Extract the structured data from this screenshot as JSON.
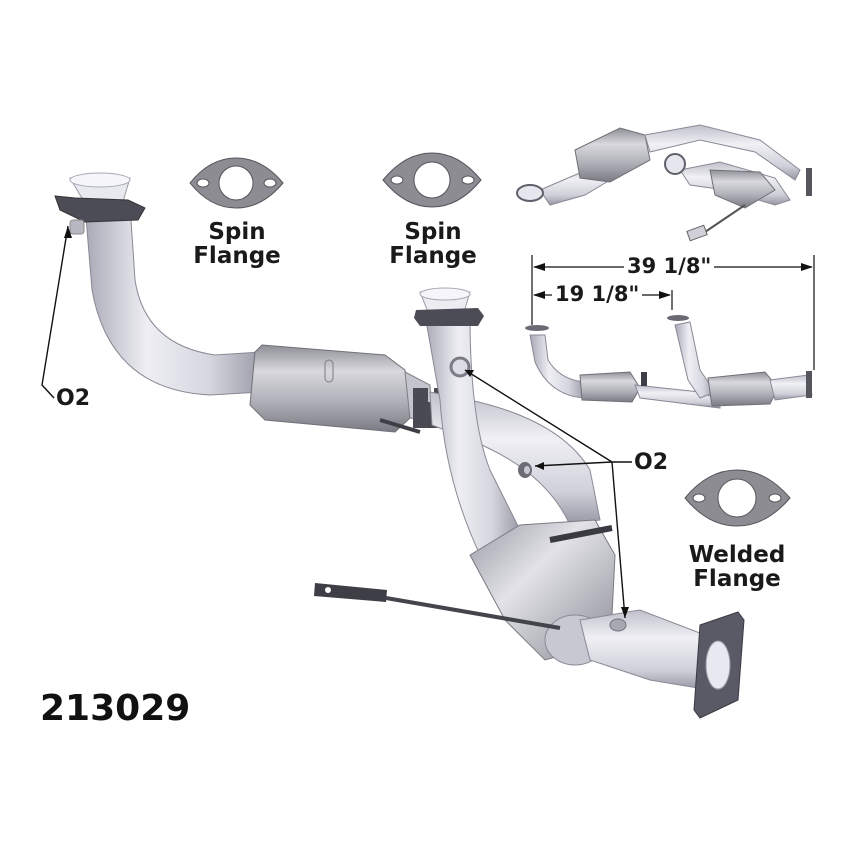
{
  "part_number": "213029",
  "gaskets": [
    {
      "id": "spin-flange-1",
      "line1": "Spin",
      "line2": "Flange"
    },
    {
      "id": "spin-flange-2",
      "line1": "Spin",
      "line2": "Flange"
    },
    {
      "id": "welded-flange",
      "line1": "Welded",
      "line2": "Flange"
    }
  ],
  "callouts": {
    "o2_left": "O2",
    "o2_right": "O2"
  },
  "dimensions": {
    "overall_length": "39 1/8\"",
    "inlet_spacing": "19 1/8\""
  },
  "colors": {
    "pipe_light": "#e4e4ec",
    "pipe_mid": "#c9c9d3",
    "pipe_shadow": "#9d9daa",
    "converter_body": "#b4b4bc",
    "flange_dark": "#5c5c66",
    "gasket_fill": "#8c8c92",
    "text": "#1a1a1a"
  }
}
